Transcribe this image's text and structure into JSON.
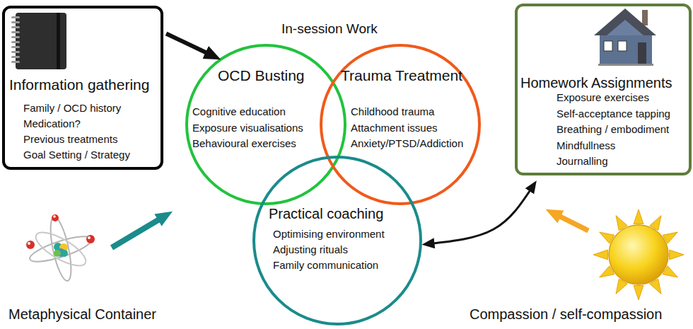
{
  "diagram": {
    "nodes": [
      {
        "text": [
          "Information gathering",
          "Family / OCD history",
          "Medication?",
          "Previous treatments",
          "Goal Setting / Strategy"
        ]
      },
      {
        "text": [
          "OCD Busting",
          "Cognitive education",
          "Exposure visualisations",
          "Behavioural exercises"
        ]
      },
      {
        "text": [
          "Trauma Treatment",
          "Childhood trauma",
          "Attachment issues",
          "Anxiety/PTSD/Addiction"
        ]
      },
      {
        "text": [
          "Homework Assignments",
          "Exposure exercises",
          "Self-acceptance tapping",
          "Breathing / embodiment",
          "Mindfullness",
          "Journalling"
        ]
      },
      {
        "text": [
          "Practical coaching",
          "Optimising environment",
          "Adjusting rituals",
          "Family communication"
        ]
      }
    ],
    "edges": [
      {
        "from": 0,
        "to": 1,
        "arrow": "to"
      },
      {
        "from": 4,
        "to": 3,
        "arrow": "both"
      }
    ],
    "labels": [
      "In-session Work",
      "Metaphysical Container",
      "Compassion / self-compassion"
    ]
  }
}
